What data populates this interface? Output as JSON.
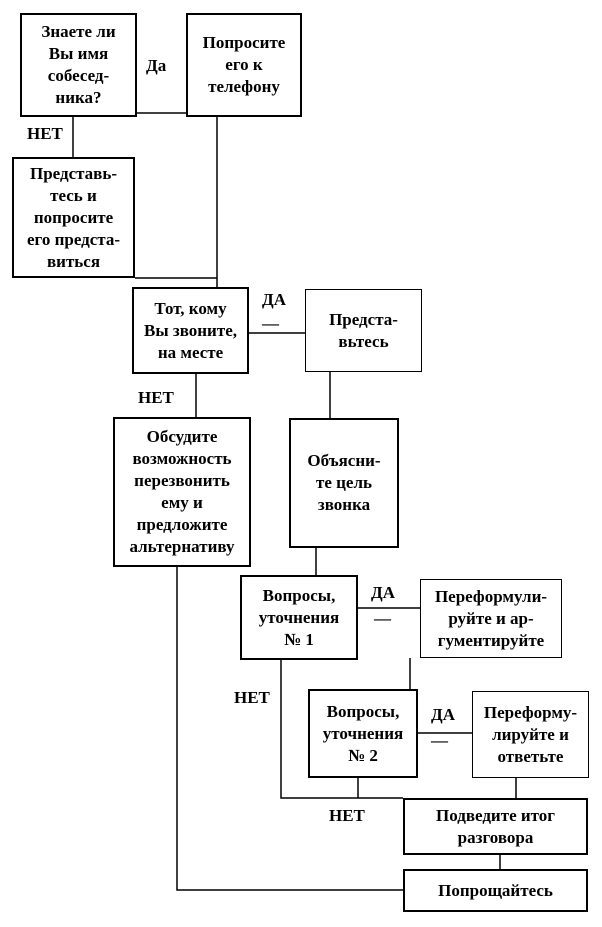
{
  "nodes": {
    "know_name": "Знаете ли\nВы имя\nсобесед-\nника?",
    "ask_phone": "Попросите\nего к\nтелефону",
    "introduce_ask": "Представь-\nтесь и\nпопросите\nего предста-\nвиться",
    "is_present": "Тот, кому\nВы звоните,\nна месте",
    "introduce": "Предста-\nвьтесь",
    "discuss_callback": "Обсудите\nвозможность\nперезвонить\nему и\nпредложите\nальтернативу",
    "explain_goal": "Объясни-\nте цель\nзвонка",
    "questions_1": "Вопросы,\nуточнения\n№ 1",
    "reformulate_1": "Переформули-\nруйте и ар-\nгументируйте",
    "questions_2": "Вопросы,\nуточнения\n№ 2",
    "reformulate_2": "Переформу-\nлируйте и\nответьте",
    "summarize": "Подведите итог\nразговора",
    "goodbye": "Попрощайтесь"
  },
  "labels": {
    "yes_1": "Да",
    "no_1": "НЕТ",
    "yes_2": "ДА",
    "dash_2": "—",
    "no_2": "НЕТ",
    "yes_3": "ДА",
    "dash_3": "—",
    "no_3": "НЕТ",
    "yes_4": "ДА",
    "dash_4": "—",
    "no_4": "НЕТ"
  }
}
